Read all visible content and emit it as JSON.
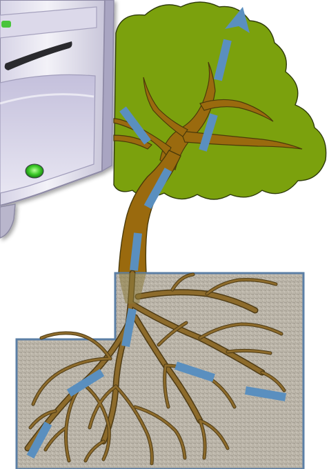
{
  "diagram": {
    "elements": [
      {
        "name": "computer-tower",
        "description_icon": "computer-icon"
      },
      {
        "name": "tree-canopy"
      },
      {
        "name": "tree-trunk"
      },
      {
        "name": "soil-block"
      },
      {
        "name": "root-system"
      },
      {
        "name": "water-flow-path",
        "direction": "roots-to-leaves"
      },
      {
        "name": "flow-arrowhead"
      }
    ]
  },
  "colors": {
    "background": "#ffffff",
    "canopy": "#7aa10b",
    "canopy_outline": "#3b4a10",
    "trunk": "#9a6a0e",
    "trunk_outline": "#4a3a0a",
    "root": "#8d6b2b",
    "root_outline": "#4d3a14",
    "soil": "#b8b2a6",
    "soil_border": "#5b7fa6",
    "flow": "#5a8fbf",
    "computer_body": "#e4e2ee",
    "computer_shade": "#b8b5cc",
    "computer_led": "#33cc33"
  }
}
